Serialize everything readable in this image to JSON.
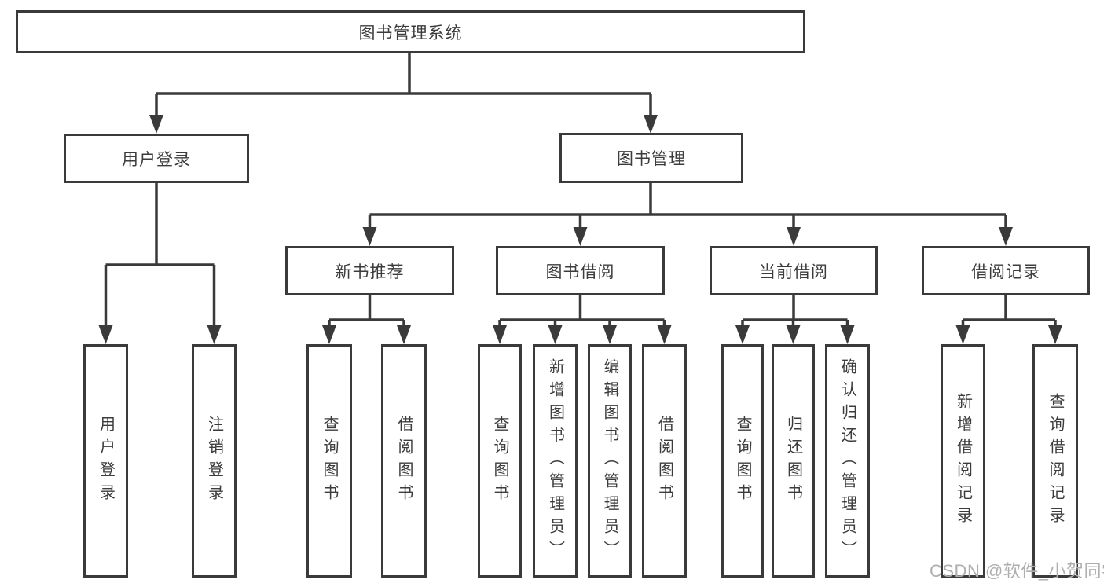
{
  "diagram": {
    "root": {
      "label": "图书管理系统"
    },
    "branches": [
      {
        "label": "用户登录",
        "children": [
          {
            "label": "用户登录"
          },
          {
            "label": "注销登录"
          }
        ]
      },
      {
        "label": "图书管理",
        "groups": [
          {
            "label": "新书推荐",
            "children": [
              {
                "label": "查询图书"
              },
              {
                "label": "借阅图书"
              }
            ]
          },
          {
            "label": "图书借阅",
            "children": [
              {
                "label": "查询图书"
              },
              {
                "label": "新增图书（管理员）"
              },
              {
                "label": "编辑图书（管理员）"
              },
              {
                "label": "借阅图书"
              }
            ]
          },
          {
            "label": "当前借阅",
            "children": [
              {
                "label": "查询图书"
              },
              {
                "label": "归还图书"
              },
              {
                "label": "确认归还（管理员）"
              }
            ]
          },
          {
            "label": "借阅记录",
            "children": [
              {
                "label": "新增借阅记录"
              },
              {
                "label": "查询借阅记录"
              }
            ]
          }
        ]
      }
    ]
  },
  "watermark": {
    "text": "CSDN @软件_小贺同学"
  },
  "colors": {
    "line": "#3a3a3a",
    "text": "#3c3c3c",
    "watermark": "#aeaeb0",
    "background": "#ffffff"
  }
}
